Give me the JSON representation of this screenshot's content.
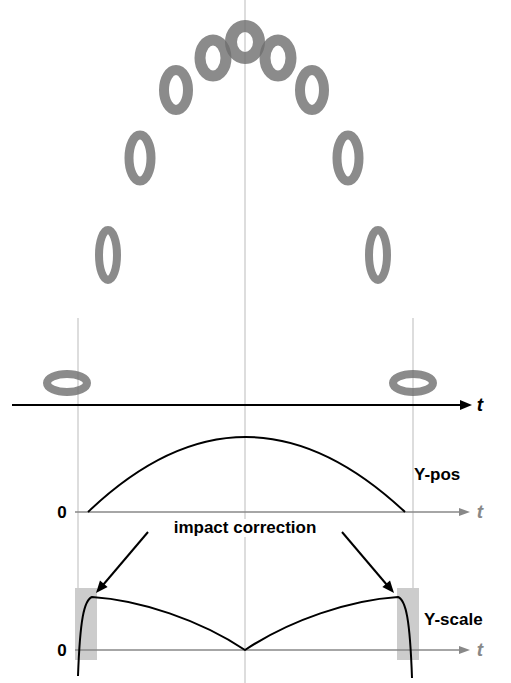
{
  "diagram": {
    "labels": [
      "t",
      "Y-pos",
      "0",
      "t",
      "impact correction",
      "Y-scale",
      "0",
      "t"
    ]
  }
}
